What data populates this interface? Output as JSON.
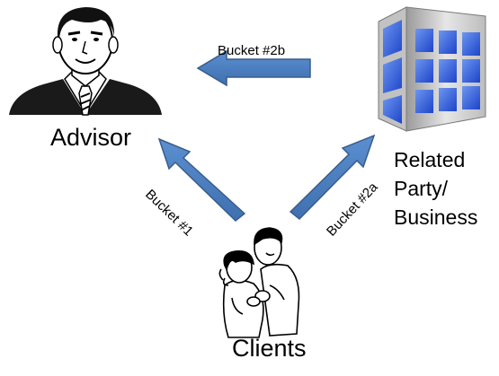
{
  "diagram": {
    "nodes": {
      "advisor": {
        "label": "Advisor",
        "icon": "advisor-portrait-icon"
      },
      "clients": {
        "label": "Clients",
        "icon": "clients-couple-icon"
      },
      "related_party": {
        "label_lines": [
          "Related",
          "Party/",
          "Business"
        ],
        "icon": "office-building-icon"
      }
    },
    "edges": [
      {
        "id": "bucket-1",
        "label": "Bucket #1",
        "from": "clients",
        "to": "advisor"
      },
      {
        "id": "bucket-2a",
        "label": "Bucket #2a",
        "from": "clients",
        "to": "related_party"
      },
      {
        "id": "bucket-2b",
        "label": "Bucket #2b",
        "from": "related_party",
        "to": "advisor"
      }
    ],
    "colors": {
      "arrow_fill": "#4a7ebb",
      "arrow_outline": "#385d8a",
      "building_glass": "#1f4fd8",
      "building_wall": "#c8c8c8"
    }
  }
}
